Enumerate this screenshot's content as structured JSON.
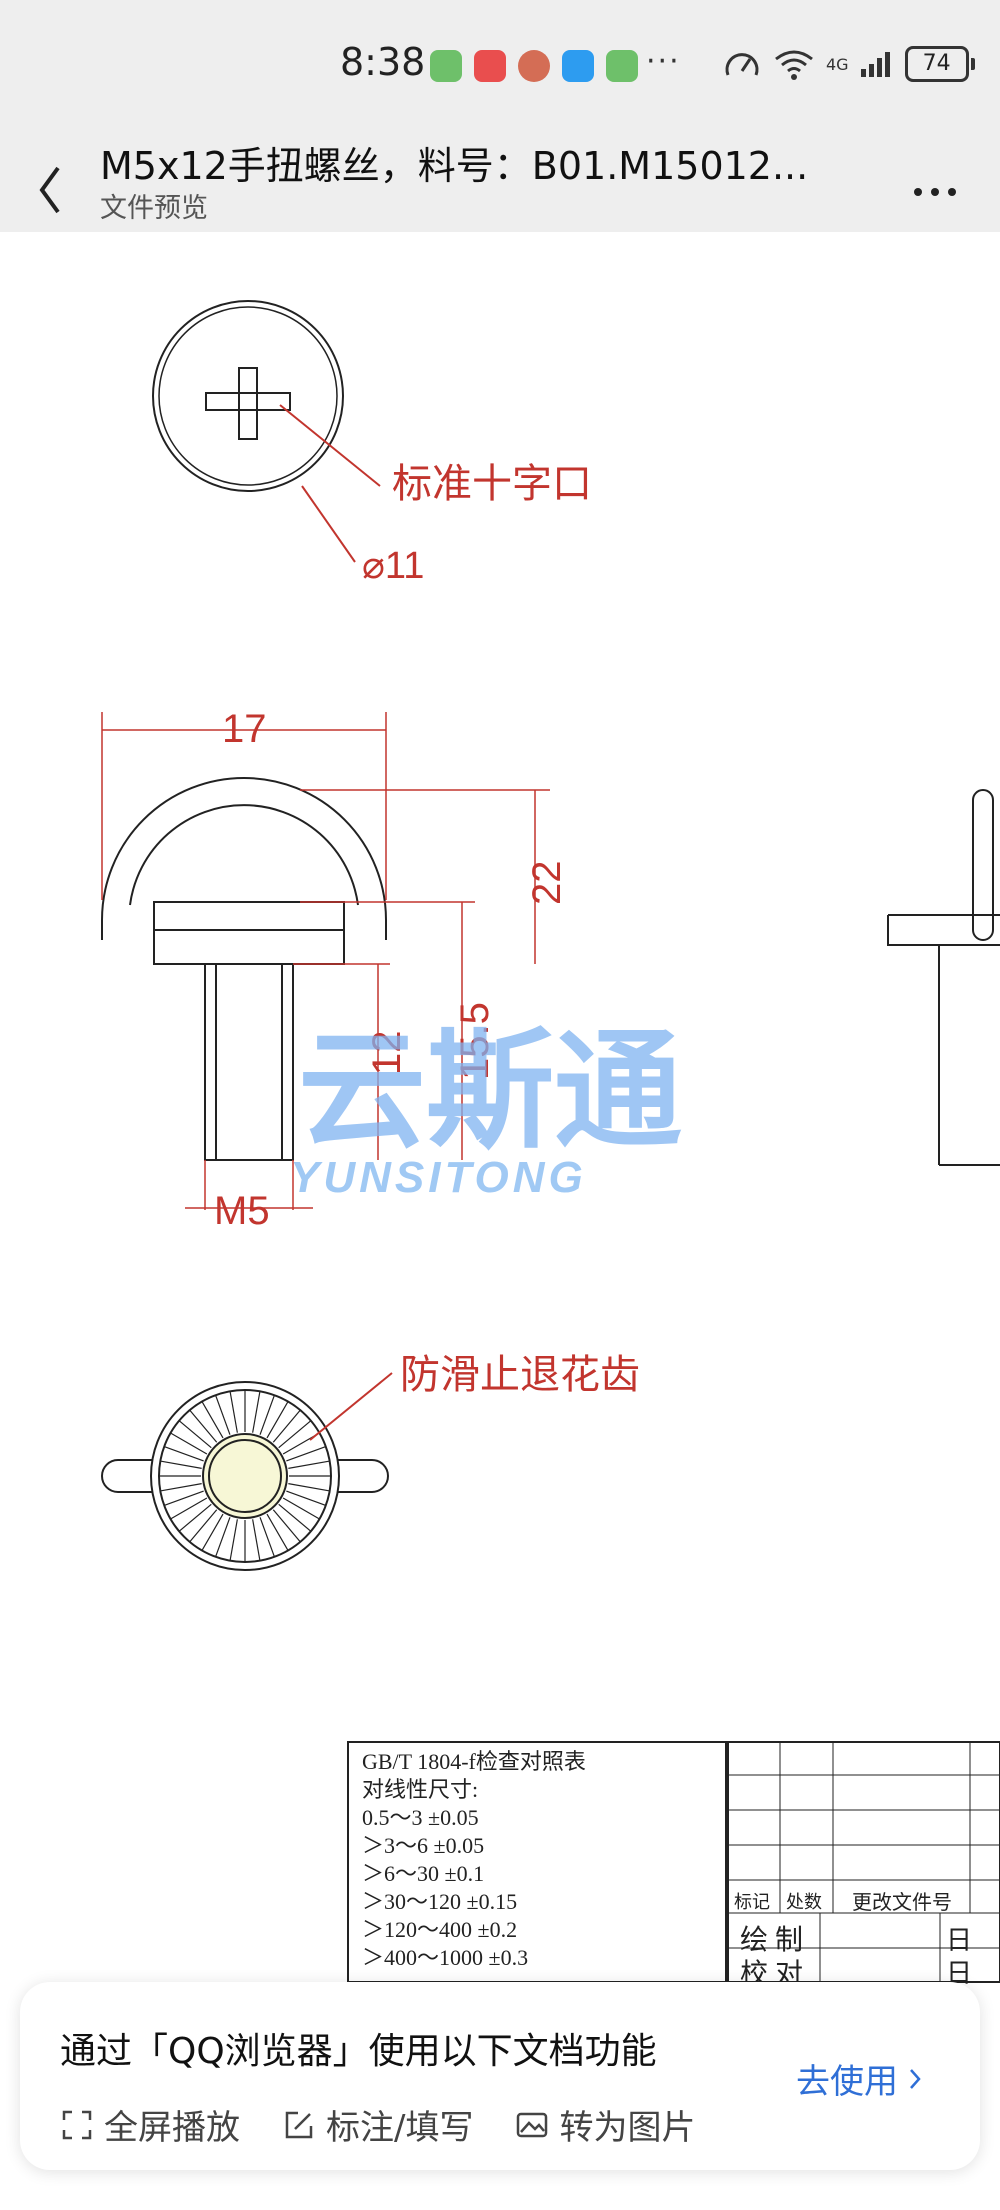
{
  "status_bar": {
    "time": "8:38",
    "more": "···",
    "signal_label": "4G",
    "battery": "74",
    "colors": {
      "app_1": "#6ec06a",
      "app_2": "#e94e4e",
      "app_3": "#d46d55",
      "app_4": "#2d9cf0",
      "app_5": "#6ec06a"
    }
  },
  "header": {
    "back_icon": "chevron-left-icon",
    "title": "M5x12手扭螺丝，料号：B01.M15012...",
    "subtitle": "文件预览",
    "more_icon": "more-horizontal-icon"
  },
  "drawing": {
    "note_cross": "标准十字口",
    "dim_diameter": "⌀11",
    "dim_width": "17",
    "dim_height_22": "22",
    "dim_height_15_5": "15.5",
    "dim_height_12": "12",
    "dim_thread": "M5",
    "note_knurl": "防滑止退花齿",
    "watermark_cn": "云斯通",
    "watermark_en": "YUNSITONG",
    "accent_color": "#c2352e"
  },
  "table": {
    "lines": [
      "GB/T 1804-f检查对照表",
      "对线性尺寸:",
      "0.5～3 ±0.05",
      "＞3～6 ±0.05",
      "＞6～30 ±0.1",
      "＞30～120 ±0.15",
      "＞120～400 ±0.2",
      "＞400～1000 ±0.3"
    ],
    "col_biaoji": "标记",
    "col_chushu": "处数",
    "col_file": "更改文件号",
    "row_draw": "绘 制",
    "row_check": "校 对",
    "day_1": "日",
    "day_2": "日"
  },
  "bottom_card": {
    "heading": "通过「QQ浏览器」使用以下文档功能",
    "actions": [
      {
        "icon": "fullscreen-icon",
        "label": "全屏播放"
      },
      {
        "icon": "edit-icon",
        "label": "标注/填写"
      },
      {
        "icon": "image-icon",
        "label": "转为图片"
      }
    ],
    "go_label": "去使用",
    "accent": "#2f6fd6"
  }
}
